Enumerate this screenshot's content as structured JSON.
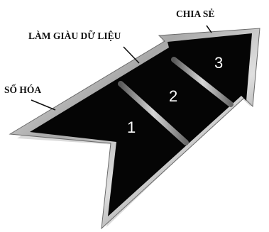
{
  "labels": {
    "share": "CHIA SẺ",
    "enrich": "LÀM GIÀU DỮ LIỆU",
    "digitize": "SỐ HÓA"
  },
  "steps": {
    "one": "1",
    "two": "2",
    "three": "3"
  },
  "colors": {
    "arrow_fill": "#050505",
    "frame": "#9a9a9a",
    "frame_highlight": "#e6e6e6",
    "frame_shadow": "#4a4a4a",
    "text": "#111111",
    "numbers": "#ffffff"
  }
}
